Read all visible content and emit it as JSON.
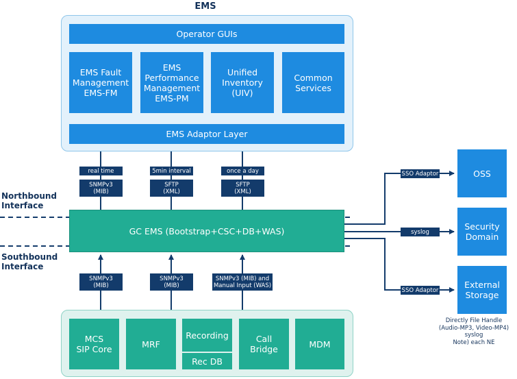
{
  "ems": {
    "title": "EMS",
    "operator_guis": "Operator GUIs",
    "modules": [
      {
        "label": "EMS Fault\nManagement\nEMS-FM"
      },
      {
        "label": "EMS\nPerformance\nManagement\nEMS-PM"
      },
      {
        "label": "Unified\nInventory\n(UIV)"
      },
      {
        "label": "Common\nServices"
      }
    ],
    "adaptor_layer": "EMS Adaptor Layer"
  },
  "northbound": {
    "label": "Northbound\nInterface",
    "links": [
      {
        "timing": "real time",
        "protocol": "SNMPv3\n(MIB)"
      },
      {
        "timing": "5min interval",
        "protocol": "SFTP\n(XML)"
      },
      {
        "timing": "once a day",
        "protocol": "SFTP\n(XML)"
      }
    ]
  },
  "gc_ems": "GC EMS (Bootstrap+CSC+DB+WAS)",
  "southbound": {
    "label": "Southbound\nInterface",
    "links": [
      {
        "protocol": "SNMPv3\n(MIB)"
      },
      {
        "protocol": "SNMPv3\n(MIB)"
      },
      {
        "protocol": "SNMPv3 (MIB) and\nManual Input (WAS)"
      }
    ]
  },
  "network_elements": {
    "mcs": "MCS\nSIP Core",
    "mrf": "MRF",
    "recording": "Recording",
    "rec_db": "Rec DB",
    "call_bridge": "Call\nBridge",
    "mdm": "MDM"
  },
  "external": {
    "oss": {
      "label": "OSS",
      "link": "SSO Adaptor"
    },
    "security": {
      "label": "Security\nDomain",
      "link": "syslog"
    },
    "storage": {
      "label": "External\nStorage",
      "link": "SSO Adaptor"
    },
    "note": "Directly File Handle\n(Audio-MP3, Video-MP4)\nsyslog\nNote) each NE"
  },
  "colors": {
    "module_blue": "#1e8be0",
    "ne_teal": "#21ad94",
    "link_navy": "#133b6b"
  }
}
